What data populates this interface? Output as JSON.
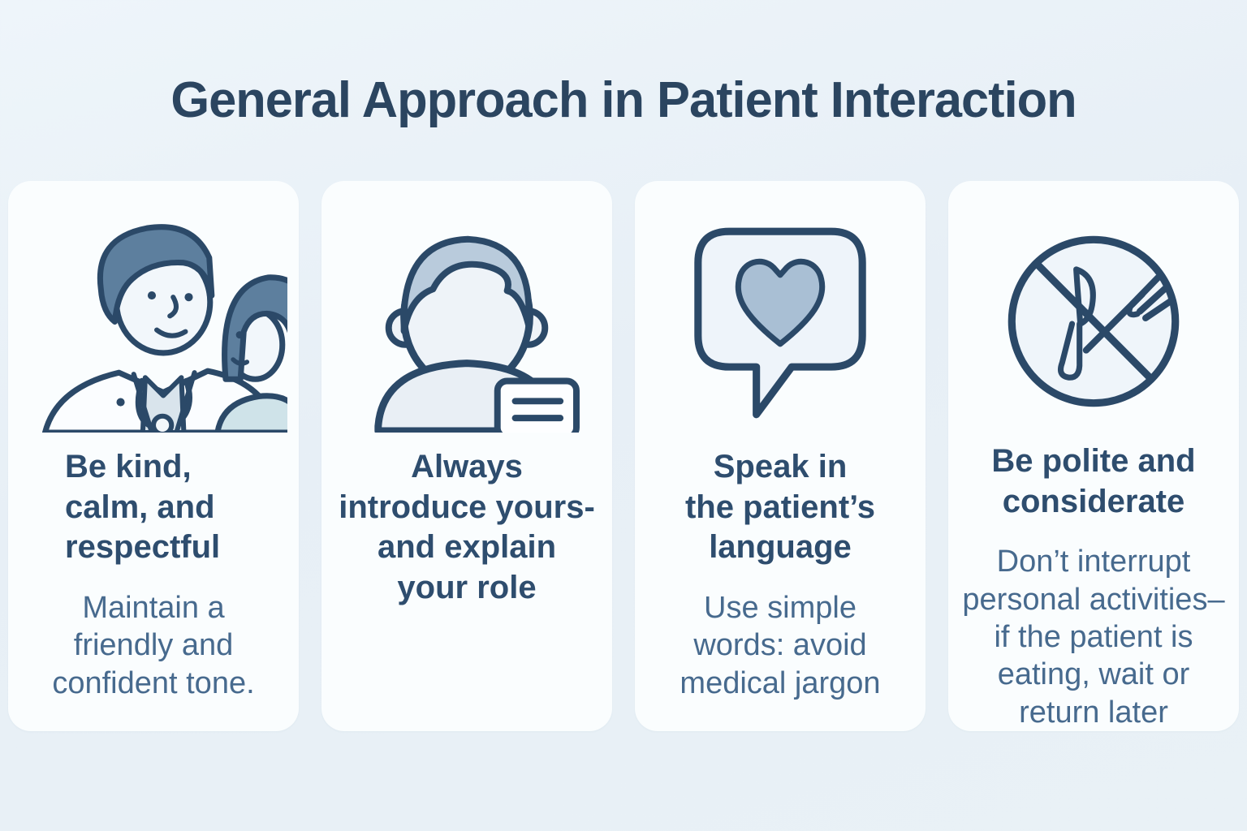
{
  "page": {
    "title": "General Approach in Patient Interaction",
    "background_color": "#e8f0f6",
    "card_color": "#fafdfe",
    "heading_color": "#2e4d6e",
    "body_color": "#476a8e",
    "outline_color": "#2b4968",
    "accent_fill_color": "#a9bfd4"
  },
  "cards": [
    {
      "icon": "doctor-and-patient-icon",
      "heading": "Be kind,\ncalm, and\nrespectful",
      "body": "Maintain a\nfriendly and\nconfident tone."
    },
    {
      "icon": "person-with-name-badge-icon",
      "heading": "Always\nintroduce yours-\nand explain\nyour role",
      "body": ""
    },
    {
      "icon": "speech-bubble-heart-icon",
      "heading": "Speak in\nthe patient’s\nlanguage",
      "body": "Use simple\nwords: avoid\nmedical jargon"
    },
    {
      "icon": "no-eating-icon",
      "heading": "Be polite and\nconsiderate",
      "body": "Don’t interrupt\npersonal activities–\nif the patient is\neating, wait or\nreturn later"
    }
  ]
}
